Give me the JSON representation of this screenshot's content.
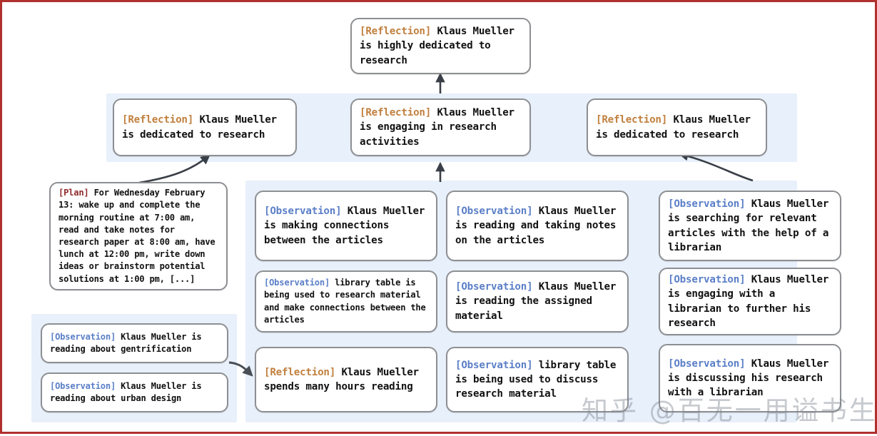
{
  "diagram": {
    "title": "Reflection tree for Klaus Mueller",
    "colors": {
      "reflection_tag": "#c1803f",
      "observation_tag": "#5b7fc7",
      "plan_tag": "#8f2b2b",
      "node_border": "#8d8f92",
      "panel_background": "#e8f0fb",
      "page_border": "#b0302e",
      "arrow": "#3a3f47"
    },
    "root": {
      "tag": "[Reflection]",
      "text": " Klaus Mueller is highly dedicated to research"
    },
    "reflections": [
      {
        "tag": "[Reflection]",
        "text": " Klaus Mueller is dedicated to research"
      },
      {
        "tag": "[Reflection]",
        "text": " Klaus Mueller is engaging in research activities"
      },
      {
        "tag": "[Reflection]",
        "text": " Klaus Mueller is dedicated to research"
      }
    ],
    "plan": {
      "tag": "[Plan]",
      "text": " For Wednesday February 13: wake up and complete the morning routine at 7:00 am, read and take notes for research paper at 8:00 am, have lunch at 12:00 pm, write down ideas or brainstorm potential solutions at 1:00 pm, [...]"
    },
    "left_observations": [
      {
        "tag": "[Observation]",
        "text": " Klaus Mueller is reading about gentrification"
      },
      {
        "tag": "[Observation]",
        "text": " Klaus Mueller is reading about urban design"
      }
    ],
    "column_center_left": [
      {
        "tag": "[Observation]",
        "text": " Klaus Mueller is making connections between the articles"
      },
      {
        "tag": "[Observation]",
        "text": " library table is being used to research material and make connections between the articles"
      },
      {
        "tag": "[Reflection]",
        "text": " Klaus Mueller spends many hours reading"
      }
    ],
    "column_center_right": [
      {
        "tag": "[Observation]",
        "text": " Klaus Mueller is reading and taking notes on the articles"
      },
      {
        "tag": "[Observation]",
        "text": " Klaus Mueller is reading the assigned material"
      },
      {
        "tag": "[Observation]",
        "text": " library table is being used to discuss research material"
      }
    ],
    "column_right": [
      {
        "tag": "[Observation]",
        "text": " Klaus Mueller is searching for relevant articles with the help of a librarian"
      },
      {
        "tag": "[Observation]",
        "text": " Klaus Mueller is engaging with a librarian to further his research"
      },
      {
        "tag": "[Observation]",
        "text": " Klaus Mueller is discussing his research with a librarian"
      }
    ],
    "watermark": "知乎 @百无一用谥书生"
  }
}
